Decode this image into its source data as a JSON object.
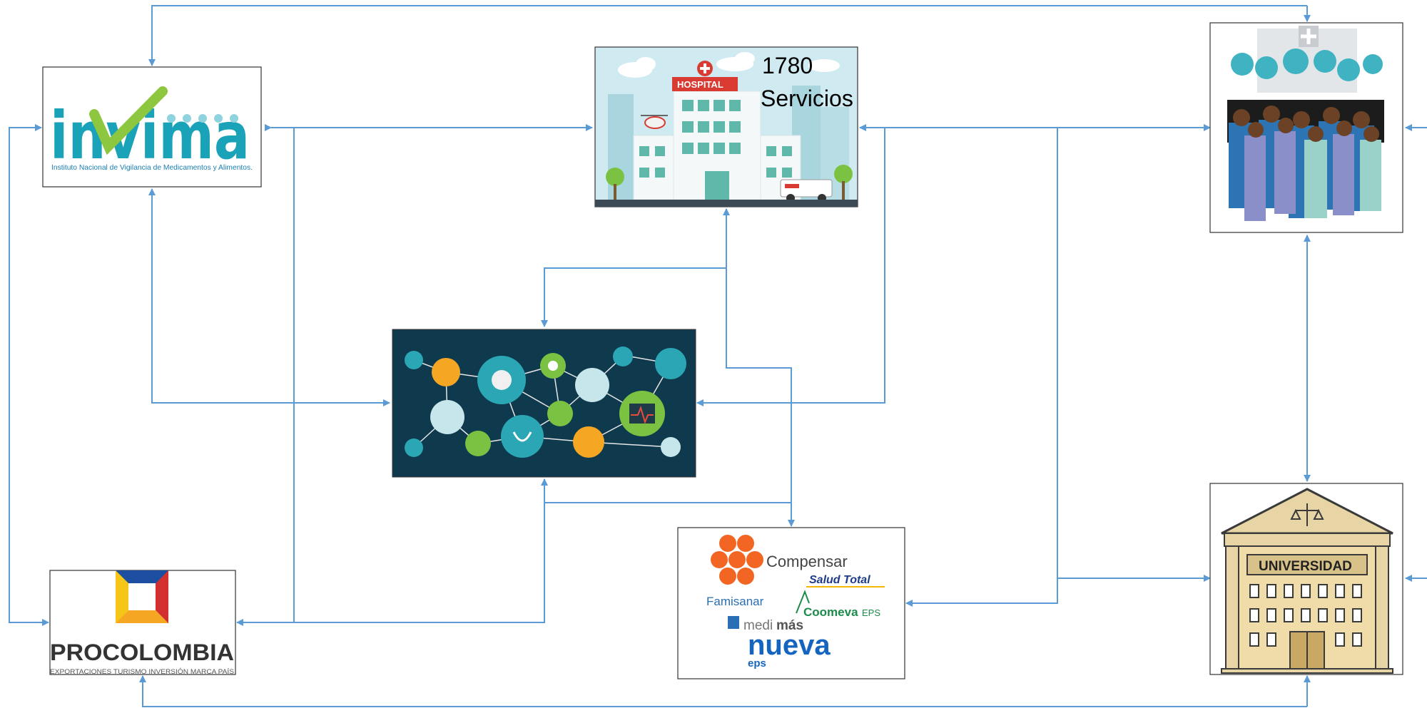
{
  "nodes": {
    "invima": {
      "logo_text": "invima",
      "subtitle": "Instituto Nacional de Vigilancia de Medicamentos y Alimentos."
    },
    "hospital": {
      "sign": "HOSPITAL",
      "count": "1780",
      "services": "Servicios"
    },
    "network": {},
    "eps": {
      "compensar": "Compensar",
      "salud_total": "Salud Total",
      "famisanar": "Famisanar",
      "coomeva": "Coomeva",
      "coomeva_eps": "EPS",
      "medimas_a": "medi",
      "medimas_b": "más",
      "nueva": "nueva",
      "nueva_eps": "eps"
    },
    "procolombia": {
      "name": "PROCOLOMBIA",
      "tagline": "EXPORTACIONES TURISMO INVERSIÓN MARCA PAÍS"
    },
    "staff": {},
    "universidad": {
      "label": "UNIVERSIDAD"
    }
  },
  "colors": {
    "arrow": "#5b9bd5",
    "invima_teal": "#1aa3b8",
    "invima_green": "#8dc63f",
    "compensar_orange": "#f26522",
    "network_bg": "#0f3a4d"
  }
}
